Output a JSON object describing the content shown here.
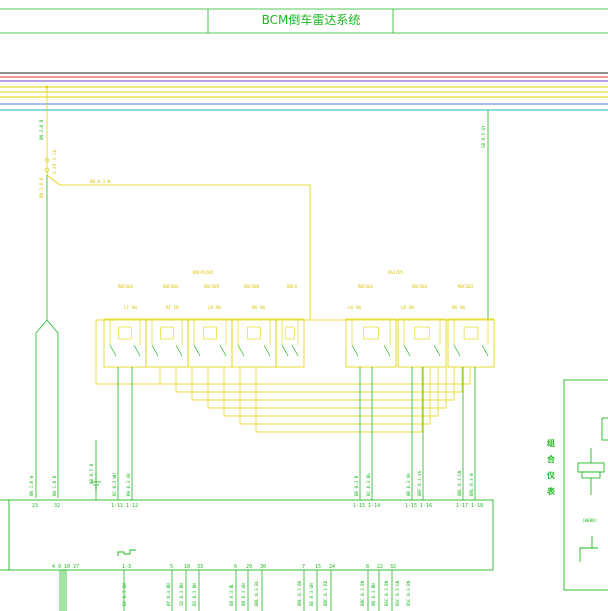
{
  "title": "BCM倒车雷达系统",
  "top_wire_label": "BN 2.0 B",
  "right_wire_label": "SB 0.5 GY",
  "splice_labels": [
    "S 28",
    "S 29"
  ],
  "branch_wire_label": "BB 0.3 W",
  "branch_left_label": "BB 2.0 B",
  "yellow_top_label": "RDCP1205",
  "yellow_top_right_label": "RA1705",
  "yellow_group_labels": [
    "RDCS03",
    "RDCS04",
    "RDCS05",
    "RDCS06",
    "RDCS",
    "RDCS01",
    "RDCS02",
    "RDCS03"
  ],
  "yellow_sub_labels": [
    "LF SN",
    "RF SN",
    "LR SN",
    "RR SN",
    "LR SN",
    "LR SN",
    "RR SN"
  ],
  "vertical_wire_labels": [
    "BN 1.0 W",
    "BN 1.0 B",
    "BB 0.5 B",
    "BC 0.3 WH",
    "RH 0.3 VB",
    "BR 0.3 B",
    "BC 0.3 BG",
    "BR 0.3 VH",
    "BRF 0.3 VG",
    "BRL 0.3 GN",
    "BRL 0.3 W"
  ],
  "bcm_pins_top": [
    "23",
    "32",
    "1-11 1-12",
    "1-15 1-14",
    "1-15 1-16",
    "1-17 1-18"
  ],
  "bcm_pins_bottom": [
    "4  9 10 27",
    "1-3",
    "5",
    "18",
    "33",
    "6",
    "29",
    "30",
    "7",
    "15",
    "24",
    "8",
    "22",
    "32"
  ],
  "bottom_wire_labels": [
    "BY 0.3 GN",
    "BY 0.3 BN",
    "SD 0.3 BN",
    "BS 0.3 BN",
    "BB 0.3 BL",
    "BB 0.3 GN",
    "BRL 0.3 BL",
    "BRL 0.3 BK",
    "BE 0.3 GN",
    "BBC 0.3 RD",
    "BBC 0.3 BN",
    "BN 0.3 BN",
    "BSC 0.3 BN",
    "BSC 0.3 GN",
    "BSC 0.3 BN"
  ],
  "side_vertical_text": "组合仪表",
  "side_small_label": "(0000)"
}
